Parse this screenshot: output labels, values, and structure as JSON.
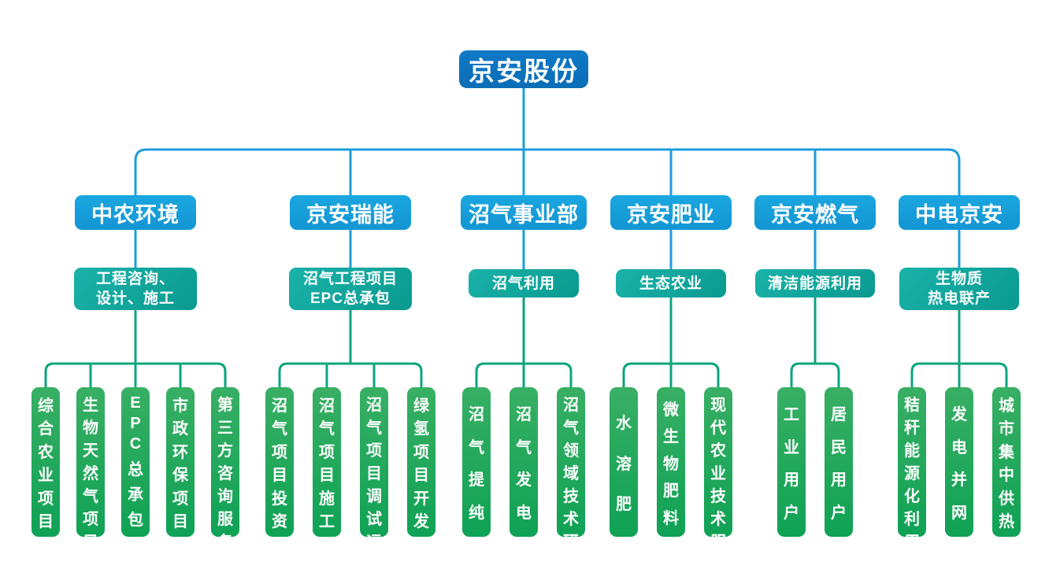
{
  "colors": {
    "root_blue": "#0d74c1",
    "division_blue": "#18a1dd",
    "scope_teal": "#0fa89e",
    "business_green_top": "#35ad62",
    "business_green_bottom": "#10a355",
    "blue_connector": "#1d9edc",
    "green_connector": "#0ba47e"
  },
  "root": {
    "label": "京安股份"
  },
  "divisions": [
    {
      "name": "中农环境",
      "scope": "工程咨询、\n设计、施工",
      "children": [
        "综合农业项目",
        "生物天然气项目",
        "EPC总承包",
        "市政环保项目",
        "第三方咨询服务"
      ]
    },
    {
      "name": "京安瑞能",
      "scope": "沼气工程项目\nEPC总承包",
      "children": [
        "沼气项目投资",
        "沼气项目施工",
        "沼气项目调试运营",
        "绿氢项目开发"
      ]
    },
    {
      "name": "沼气事业部",
      "scope": "沼气利用",
      "children": [
        "沼气提纯",
        "沼气发电",
        "沼气领域技术研发"
      ]
    },
    {
      "name": "京安肥业",
      "scope": "生态农业",
      "children": [
        "水溶肥",
        "微生物肥料",
        "现代农业技术服务"
      ]
    },
    {
      "name": "京安燃气",
      "scope": "清洁能源利用",
      "children": [
        "工业用户",
        "居民用户"
      ]
    },
    {
      "name": "中电京安",
      "scope": "生物质\n热电联产",
      "children": [
        "秸秆能源化利用",
        "发电并网",
        "城市集中供热"
      ]
    }
  ]
}
